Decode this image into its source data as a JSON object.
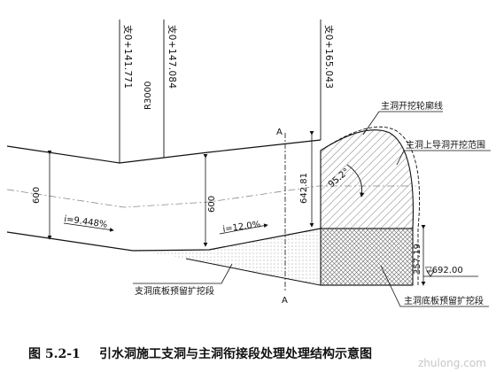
{
  "caption": {
    "number": "图 5.2-1",
    "title": "引水洞施工支洞与主洞衔接段处理处理结构示意图"
  },
  "stations": [
    {
      "text": "支0+141.771"
    },
    {
      "text": "支0+147.084"
    },
    {
      "text": "支0+165.043"
    }
  ],
  "labels": {
    "r3000": "R3000",
    "section_a_top": "A",
    "section_a_bottom": "A",
    "main_excavation_contour": "主洞开挖轮廓线",
    "main_upper_heading_range": "主洞上导洞开挖范围",
    "branch_floor_reserved": "支洞底板预留扩挖段",
    "main_floor_reserved": "主洞底板预留扩挖段",
    "angle": "95.2°"
  },
  "dimensions": {
    "width_left": "600",
    "width_mid": "600",
    "height_right": "642.81",
    "height_bottom": "357.19",
    "elevation": "▽692.00",
    "slope_1": "i=9.448%",
    "slope_2": "i=12.0%"
  },
  "watermark": "zhulong.com"
}
